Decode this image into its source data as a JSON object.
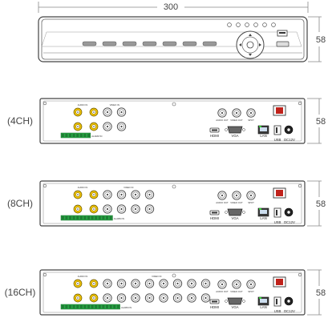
{
  "dimensions": {
    "width": "300",
    "height": "58"
  },
  "models": [
    {
      "id": "4ch",
      "label": "(4CH)",
      "bnc_count": 4
    },
    {
      "id": "8ch",
      "label": "(8CH)",
      "bnc_count": 8
    },
    {
      "id": "16ch",
      "label": "(16CH)",
      "bnc_count": 16
    }
  ],
  "ports": {
    "audio_in": "AUDIO IN",
    "video_in": "VIDEO IN",
    "audio_out": "AUDIO OUT",
    "video_out": "VIDEO OUT",
    "spot": "SPOT",
    "hdmi": "HDMI",
    "vga": "VGA",
    "lan": "LAN",
    "usb": "USB",
    "dc": "DC12V",
    "alarm_in": "ALARM IN"
  }
}
